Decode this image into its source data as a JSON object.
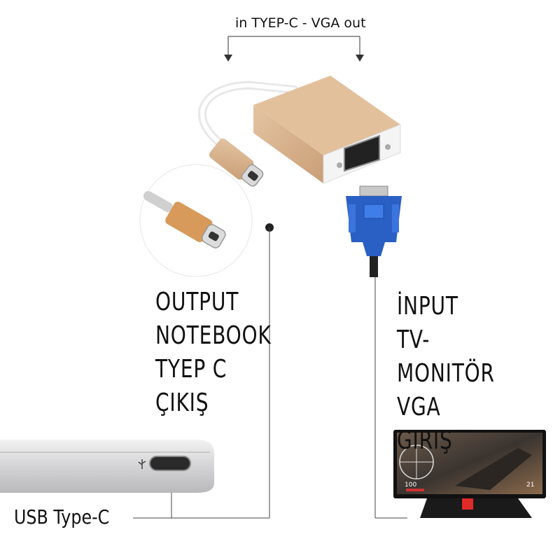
{
  "header": {
    "connection_label": "in TYEP-C - VGA out"
  },
  "output": {
    "lines": [
      "OUTPUT",
      "NOTEBOOK",
      "TYEP C",
      "ÇIKIŞ"
    ]
  },
  "input": {
    "lines": [
      "İNPUT",
      "TV-MONITÖR",
      "VGA",
      "GIRIŞ"
    ]
  },
  "laptop": {
    "port_label": "USB Type-C"
  },
  "monitor": {
    "hud_left": "100",
    "hud_right": "21"
  },
  "colors": {
    "adapter_gold": "#d6b08c",
    "vga_blue": "#2a5fc4",
    "line": "#444444"
  }
}
